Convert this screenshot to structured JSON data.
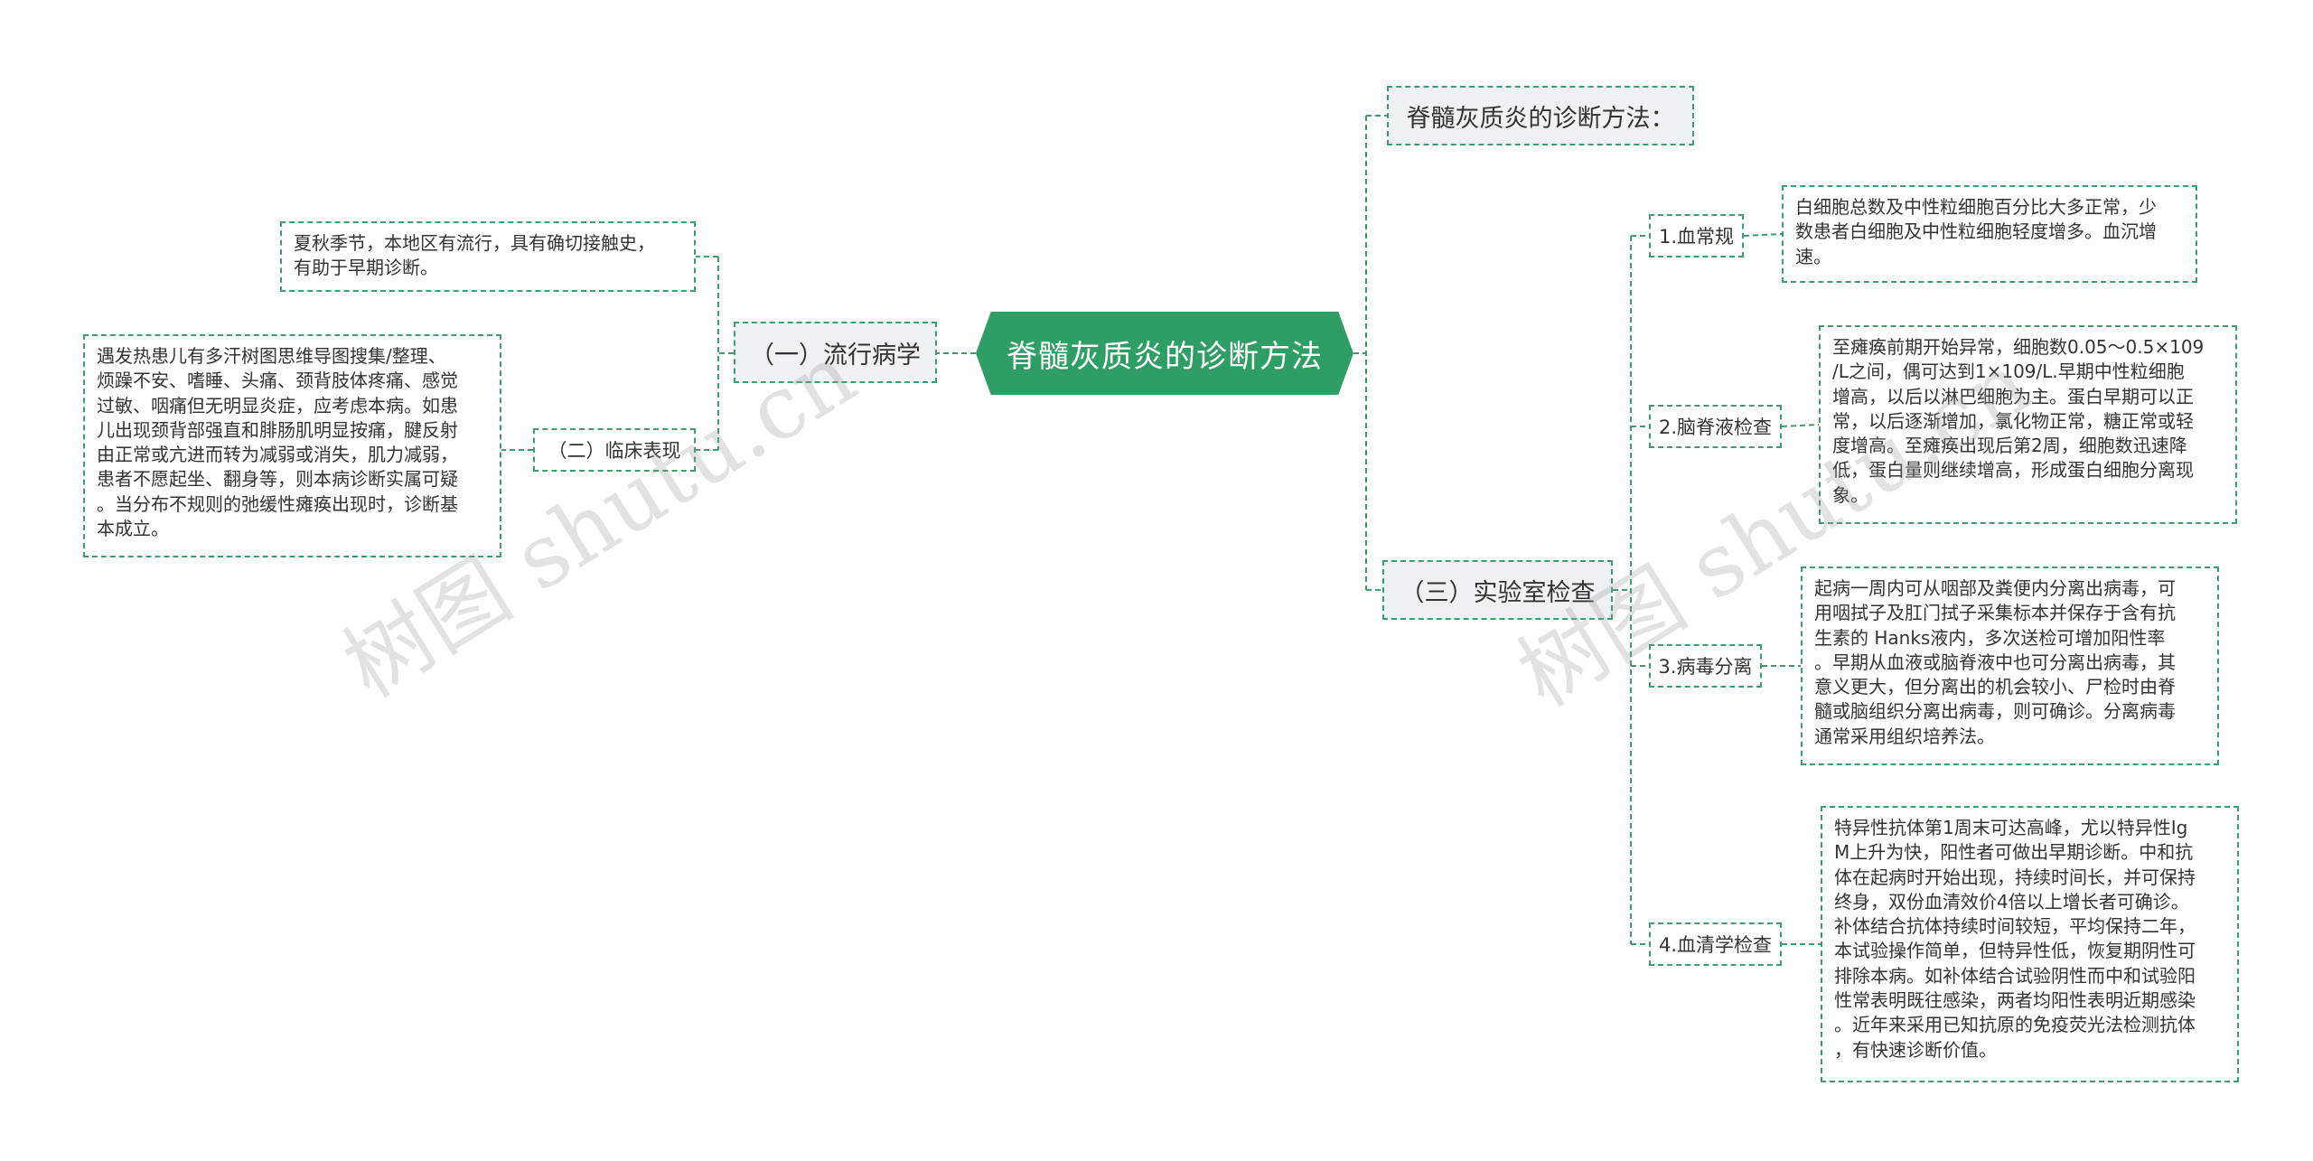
{
  "root": {
    "title": "脊髓灰质炎的诊断方法"
  },
  "branches": {
    "intro": {
      "label": "脊髓灰质炎的诊断方法："
    },
    "epidemiology": {
      "label": "（一）流行病学"
    },
    "clinical": {
      "label": "（二）临床表现"
    },
    "lab": {
      "label": "（三）实验室检查"
    }
  },
  "leaves": {
    "epidemiology_text": "夏秋季节，本地区有流行，具有确切接触史，\n有助于早期诊断。",
    "clinical_text": "遇发热患儿有多汗树图思维导图搜集/整理、\n烦躁不安、嗜睡、头痛、颈背肢体疼痛、感觉\n过敏、咽痛但无明显炎症，应考虑本病。如患\n儿出现颈背部强直和腓肠肌明显按痛，腱反射\n由正常或亢进而转为减弱或消失，肌力减弱，\n患者不愿起坐、翻身等，则本病诊断实属可疑\n。当分布不规则的弛缓性瘫痪出现时，诊断基\n本成立。"
  },
  "lab_items": [
    {
      "label": "1.血常规",
      "text": "白细胞总数及中性粒细胞百分比大多正常，少\n数患者白细胞及中性粒细胞轻度增多。血沉增\n速。"
    },
    {
      "label": "2.脑脊液检查",
      "text": "至瘫痪前期开始异常，细胞数0.05～0.5×109\n/L之间，偶可达到1×109/L.早期中性粒细胞\n增高，以后以淋巴细胞为主。蛋白早期可以正\n常，以后逐渐增加，氯化物正常，糖正常或轻\n度增高。至瘫痪出现后第2周，细胞数迅速降\n低，蛋白量则继续增高，形成蛋白细胞分离现\n象。"
    },
    {
      "label": "3.病毒分离",
      "text": "起病一周内可从咽部及粪便内分离出病毒，可\n用咽拭子及肛门拭子采集标本并保存于含有抗\n生素的 Hanks液内，多次送检可增加阳性率\n。早期从血液或脑脊液中也可分离出病毒，其\n意义更大，但分离出的机会较小、尸检时由脊\n髓或脑组织分离出病毒，则可确诊。分离病毒\n通常采用组织培养法。"
    },
    {
      "label": "4.血清学检查",
      "text": "特异性抗体第1周末可达高峰，尤以特异性Ig\nM上升为快，阳性者可做出早期诊断。中和抗\n体在起病时开始出现，持续时间长，并可保持\n终身，双份血清效价4倍以上增长者可确诊。\n补体结合抗体持续时间较短，平均保持二年，\n本试验操作简单，但特异性低，恢复期阴性可\n排除本病。如补体结合试验阴性而中和试验阳\n性常表明既往感染，两者均阳性表明近期感染\n。近年来采用已知抗原的免疫荧光法检测抗体\n，有快速诊断价值。"
    }
  ],
  "watermarks": [
    "树图 shutu.cn",
    "树图 shutu.cn"
  ],
  "colors": {
    "root_fill": "#2f9e65",
    "edge": "#3a9e6e",
    "branch_fill": "#eef2f4"
  }
}
